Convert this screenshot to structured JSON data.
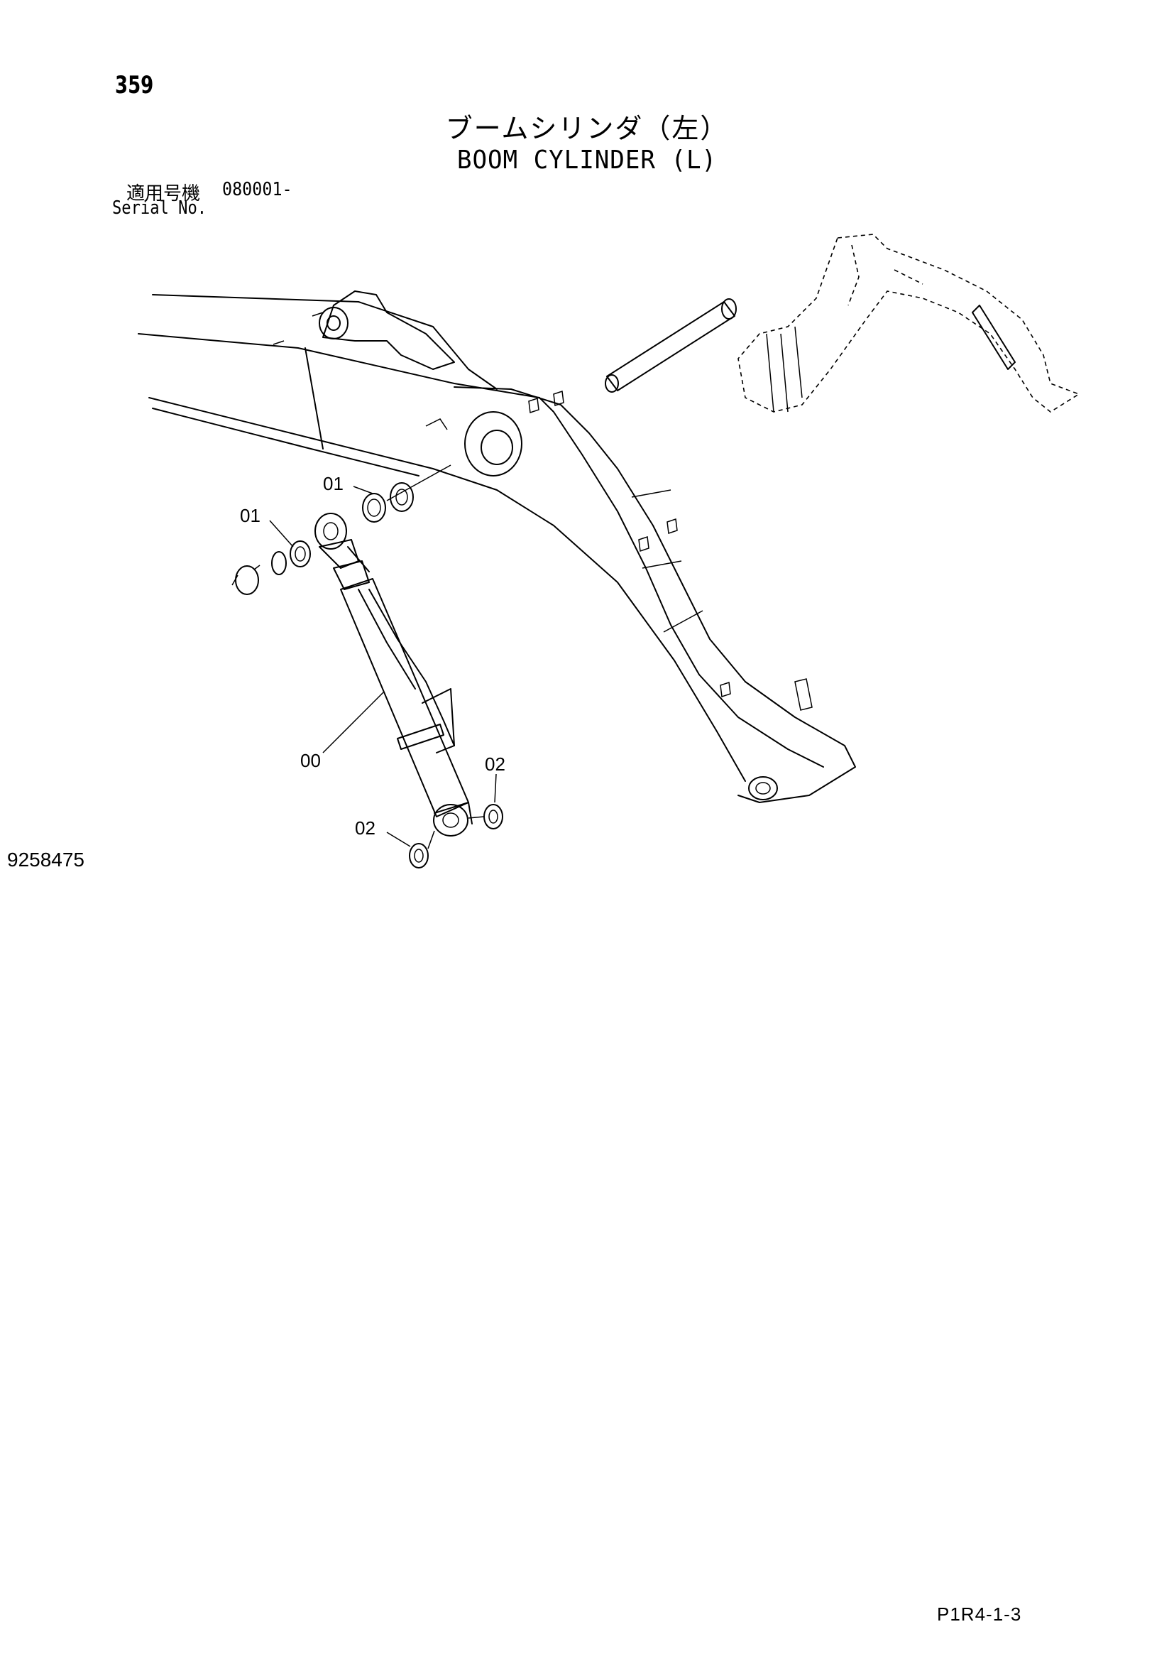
{
  "header": {
    "page_number": "359",
    "title_ja": "ブームシリンダ（左）",
    "title_en": "BOOM CYLINDER (L)",
    "serial_label_ja": "適用号機",
    "serial_value": "080001-",
    "serial_label_en": "Serial No."
  },
  "figure": {
    "id": "9258475",
    "callouts": [
      "01",
      "01",
      "00",
      "02",
      "02"
    ]
  },
  "footer": {
    "code": "P1R4-1-3"
  }
}
